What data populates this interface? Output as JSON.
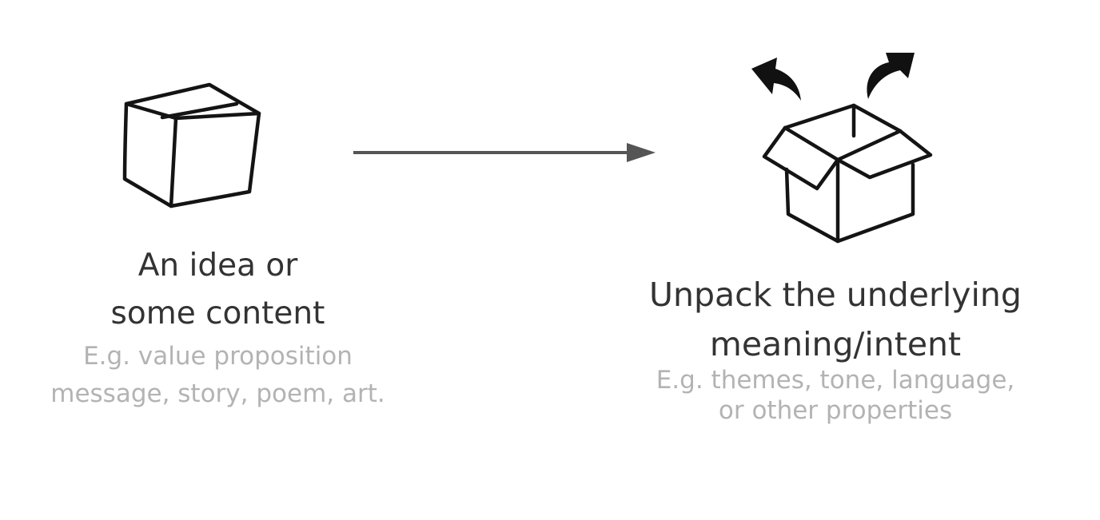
{
  "left_node": {
    "title_line1": "An idea or",
    "title_line2": "some content",
    "subtitle_line1": "E.g. value proposition",
    "subtitle_line2": "message, story, poem, art."
  },
  "right_node": {
    "title_line1": "Unpack the underlying",
    "title_line2": "meaning/intent",
    "subtitle_line1": "E.g. themes, tone, language,",
    "subtitle_line2": "or other properties"
  },
  "icons": {
    "left": "closed-box-icon",
    "right": "open-box-icon",
    "connector": "arrow-right-icon"
  },
  "colors": {
    "title": "#333333",
    "subtitle": "#b3b3b3",
    "ink": "#111111",
    "arrow": "#555555"
  }
}
